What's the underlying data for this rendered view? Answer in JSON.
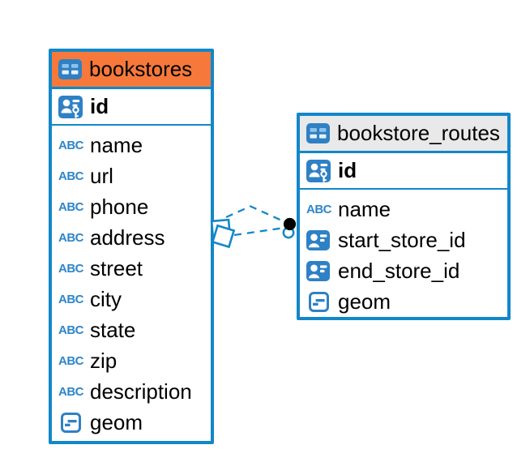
{
  "diagram": {
    "icons": {
      "text_label": "ABC"
    },
    "colors": {
      "table_border_blue": "#1287C9",
      "icon_blue": "#2E81C5",
      "abc_blue": "#2E86C9",
      "bookstores_header_orange": "#F6793B",
      "routes_header_gray": "#E9E9E9",
      "connector_dash_blue": "#1287C9",
      "connector_dot_black": "#000000"
    },
    "tables": [
      {
        "title": "bookstores",
        "pk": {
          "label": "id",
          "type": "primary-key"
        },
        "fields": [
          {
            "label": "name",
            "type": "text"
          },
          {
            "label": "url",
            "type": "text"
          },
          {
            "label": "phone",
            "type": "text"
          },
          {
            "label": "address",
            "type": "text"
          },
          {
            "label": "street",
            "type": "text"
          },
          {
            "label": "city",
            "type": "text"
          },
          {
            "label": "state",
            "type": "text"
          },
          {
            "label": "zip",
            "type": "text"
          },
          {
            "label": "description",
            "type": "text"
          },
          {
            "label": "geom",
            "type": "geometry"
          }
        ]
      },
      {
        "title": "bookstore_routes",
        "pk": {
          "label": "id",
          "type": "primary-key"
        },
        "fields": [
          {
            "label": "name",
            "type": "text"
          },
          {
            "label": "start_store_id",
            "type": "foreign-key"
          },
          {
            "label": "end_store_id",
            "type": "foreign-key"
          },
          {
            "label": "geom",
            "type": "geometry"
          }
        ]
      }
    ],
    "relationships": [
      {
        "from": "bookstores",
        "to": "bookstore_routes",
        "style": "dashed",
        "path": "elbow-over-top"
      },
      {
        "from": "bookstores",
        "to": "bookstore_routes",
        "style": "dashed",
        "path": "direct"
      }
    ]
  }
}
